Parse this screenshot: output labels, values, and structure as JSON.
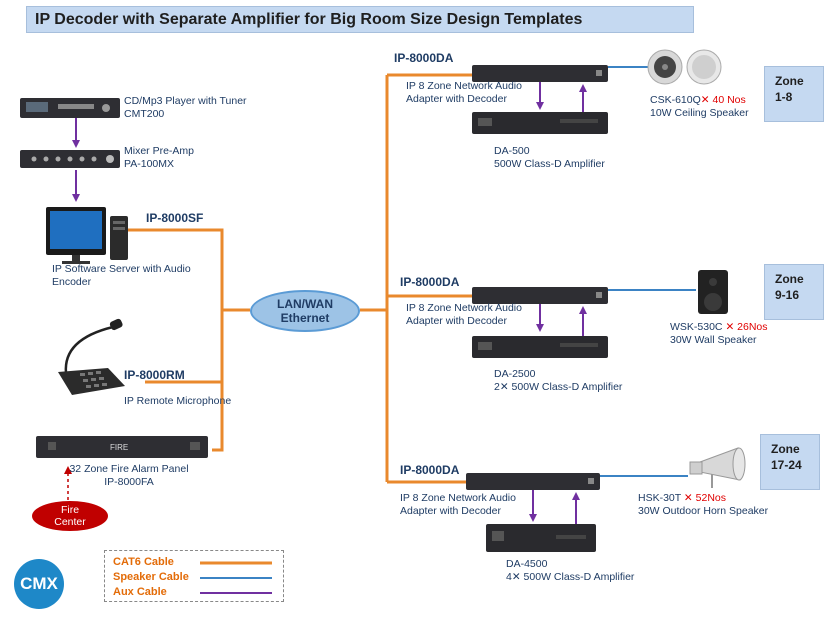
{
  "title": "IP Decoder with Separate Amplifier for Big Room Size Design Templates",
  "colors": {
    "cat6": "#e9892d",
    "speaker": "#3b83c4",
    "aux": "#7030a0",
    "title_bg": "#c5d9f1",
    "fire": "#c00000"
  },
  "network": {
    "line1": "LAN/WAN",
    "line2": "Ethernet"
  },
  "sources": {
    "cd_player": {
      "line1": "CD/Mp3 Player with Tuner",
      "line2": "CMT200"
    },
    "preamp": {
      "line1": "Mixer Pre-Amp",
      "line2": "PA-100MX"
    },
    "server": {
      "model": "IP-8000SF",
      "line1": "IP  Software Server with  Audio",
      "line2": "Encoder"
    },
    "mic": {
      "model": "IP-8000RM",
      "line1": "IP  Remote Microphone"
    },
    "fire_panel": {
      "panel_text": "FIRE",
      "line1": "32 Zone Fire Alarm Panel",
      "line2": "IP-8000FA"
    },
    "fire_center": {
      "line1": "Fire",
      "line2": "Center"
    }
  },
  "zones": [
    {
      "decoder_model": "IP-8000DA",
      "decoder_line1": "IP 8 Zone Network Audio",
      "decoder_line2": "Adapter with Decoder",
      "amp_model": "DA-500",
      "amp_desc": "500W Class-D Amplifier",
      "speaker_model": "CSK-610Q",
      "speaker_qty": "✕ 40 Nos",
      "speaker_desc": "10W Ceiling Speaker",
      "zone_label": "Zone",
      "zone_range": "1-8"
    },
    {
      "decoder_model": "IP-8000DA",
      "decoder_line1": "IP 8 Zone Network Audio",
      "decoder_line2": "Adapter with Decoder",
      "amp_model": "DA-2500",
      "amp_desc": "2✕ 500W Class-D Amplifier",
      "speaker_model": "WSK-530C",
      "speaker_qty": "✕ 26Nos",
      "speaker_desc": "30W Wall Speaker",
      "zone_label": "Zone",
      "zone_range": "9-16"
    },
    {
      "decoder_model": "IP-8000DA",
      "decoder_line1": "IP 8 Zone Network Audio",
      "decoder_line2": "Adapter with Decoder",
      "amp_model": "DA-4500",
      "amp_desc": "4✕ 500W Class-D Amplifier",
      "speaker_model": "HSK-30T",
      "speaker_qty": "✕ 52Nos",
      "speaker_desc": "30W Outdoor Horn Speaker",
      "zone_label": "Zone",
      "zone_range": "17-24"
    }
  ],
  "legend": [
    {
      "label": "CAT6 Cable",
      "color": "#e9892d"
    },
    {
      "label": "Speaker Cable",
      "color": "#3b83c4"
    },
    {
      "label": "Aux Cable",
      "color": "#7030a0"
    }
  ],
  "logo": "CMX"
}
